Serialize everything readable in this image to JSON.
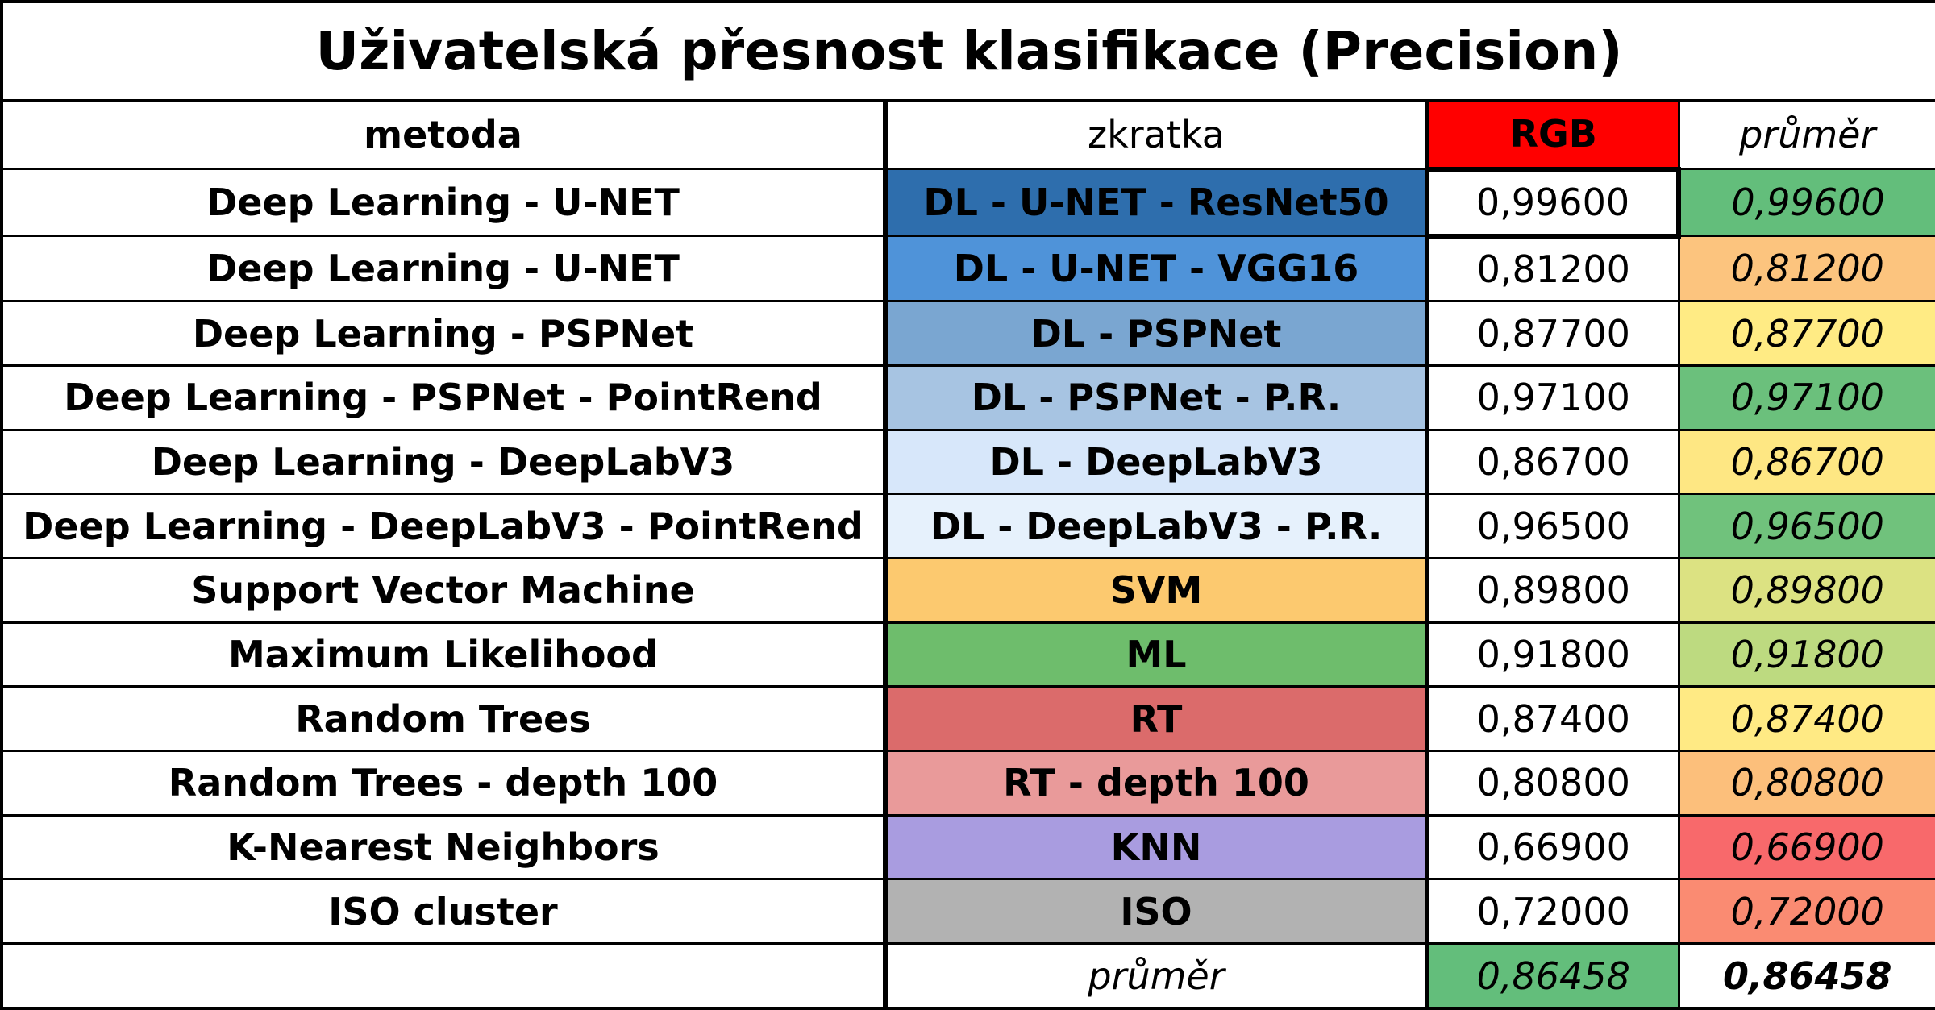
{
  "title": "Uživatelská přesnost klasifikace (Precision)",
  "headers": {
    "metoda": "metoda",
    "zkratka": "zkratka",
    "rgb": "RGB",
    "prumer": "průměr"
  },
  "colors": {
    "rgb_header": "#ff0000",
    "high": "#63be7b",
    "mid_high": "#c8dc80",
    "mid": "#ffe984",
    "mid_low": "#fdc07c",
    "low": "#f8696b",
    "low_mid": "#fa8f73"
  },
  "rows": [
    {
      "metoda": "Deep Learning - U-NET",
      "zkratka": "DL - U-NET - ResNet50",
      "rgb": "0,99600",
      "prumer": "0,99600",
      "abbr_color": "#2e6ead",
      "prumer_color": "#63be7b"
    },
    {
      "metoda": "Deep Learning - U-NET",
      "zkratka": "DL - U-NET - VGG16",
      "rgb": "0,81200",
      "prumer": "0,81200",
      "abbr_color": "#4f93d9",
      "prumer_color": "#fcc47e"
    },
    {
      "metoda": "Deep Learning - PSPNet",
      "zkratka": "DL - PSPNet",
      "rgb": "0,87700",
      "prumer": "0,87700",
      "abbr_color": "#7aa6d1",
      "prumer_color": "#ffeb84"
    },
    {
      "metoda": "Deep Learning - PSPNet - PointRend",
      "zkratka": "DL - PSPNet - P.R.",
      "rgb": "0,97100",
      "prumer": "0,97100",
      "abbr_color": "#a7c4e2",
      "prumer_color": "#6bc07c"
    },
    {
      "metoda": "Deep Learning - DeepLabV3",
      "zkratka": "DL - DeepLabV3",
      "rgb": "0,86700",
      "prumer": "0,86700",
      "abbr_color": "#d7e7fa",
      "prumer_color": "#fee783"
    },
    {
      "metoda": "Deep Learning - DeepLabV3 - PointRend",
      "zkratka": "DL - DeepLabV3 - P.R.",
      "rgb": "0,96500",
      "prumer": "0,96500",
      "abbr_color": "#e6f1fc",
      "prumer_color": "#70c27c"
    },
    {
      "metoda": "Support Vector Machine",
      "zkratka": "SVM",
      "rgb": "0,89800",
      "prumer": "0,89800",
      "abbr_color": "#fcc96f",
      "prumer_color": "#dce282"
    },
    {
      "metoda": "Maximum Likelihood",
      "zkratka": "ML",
      "rgb": "0,91800",
      "prumer": "0,91800",
      "abbr_color": "#6ebd6c",
      "prumer_color": "#bdda80"
    },
    {
      "metoda": "Random Trees",
      "zkratka": "RT",
      "rgb": "0,87400",
      "prumer": "0,87400",
      "abbr_color": "#db6b6b",
      "prumer_color": "#ffea84"
    },
    {
      "metoda": "Random Trees - depth 100",
      "zkratka": "RT - depth 100",
      "rgb": "0,80800",
      "prumer": "0,80800",
      "abbr_color": "#e99a9a",
      "prumer_color": "#fcbf7b"
    },
    {
      "metoda": "K-Nearest Neighbors",
      "zkratka": "KNN",
      "rgb": "0,66900",
      "prumer": "0,66900",
      "abbr_color": "#a99ce0",
      "prumer_color": "#f8696b"
    },
    {
      "metoda": "ISO cluster",
      "zkratka": "ISO",
      "rgb": "0,72000",
      "prumer": "0,72000",
      "abbr_color": "#b2b2b2",
      "prumer_color": "#fa8b72"
    }
  ],
  "average_row": {
    "label": "průměr",
    "rgb": "0,86458",
    "total": "0,86458",
    "rgb_color": "#63be7b"
  }
}
